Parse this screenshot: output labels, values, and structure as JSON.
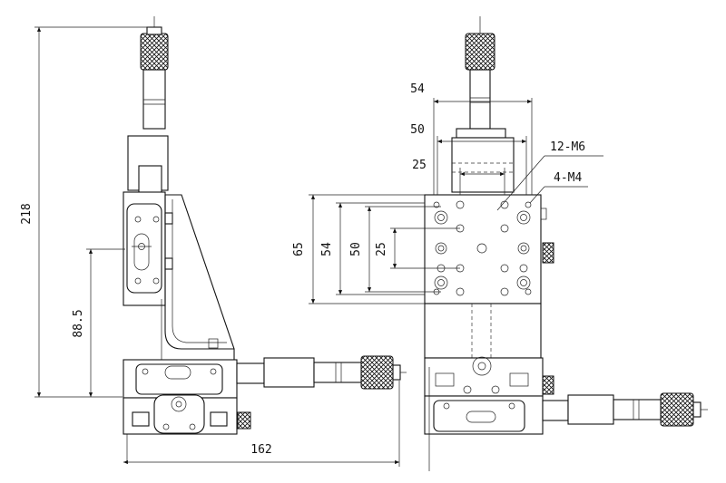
{
  "dimensions": {
    "side_view": {
      "overall_height": "218",
      "bracket_height": "88.5",
      "overall_length": "162"
    },
    "front_view": {
      "width_outer": "54",
      "width_mid": "50",
      "width_inner": "25",
      "height_outer": "65",
      "height_mid": "54",
      "height_inner": "50",
      "height_small": "25"
    }
  },
  "callouts": {
    "m6_holes": "12-M6",
    "m4_holes": "4-M4"
  }
}
